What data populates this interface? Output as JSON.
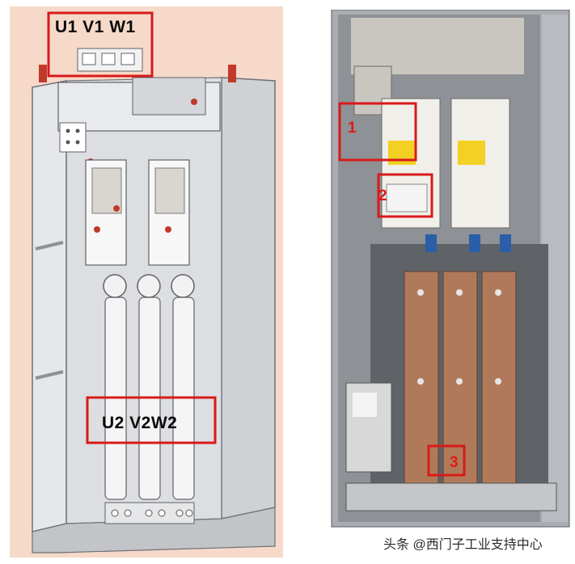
{
  "left_diagram": {
    "input_terminals_label": "U1 V1 W1",
    "output_terminals_label": "U2  V2W2"
  },
  "right_photo": {
    "markers": [
      "1",
      "2",
      "3"
    ]
  },
  "watermark": "头条 @西门子工业支持中心",
  "colors": {
    "highlight_box": "#d81a1a",
    "diagram_background": "#f6d9c9",
    "busbar_copper": "#b07a5a",
    "cabinet_gray": "#8e9196"
  }
}
